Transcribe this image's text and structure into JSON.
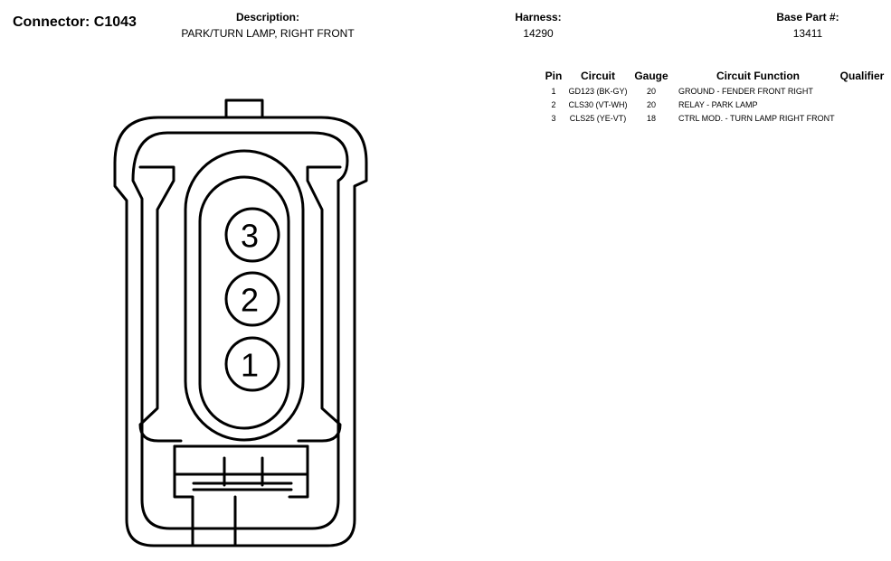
{
  "connector": {
    "title": "Connector: C1043"
  },
  "header": {
    "description": {
      "label": "Description:",
      "value": "PARK/TURN LAMP, RIGHT FRONT"
    },
    "harness": {
      "label": "Harness:",
      "value": "14290"
    },
    "base_part": {
      "label": "Base Part #:",
      "value": "13411"
    }
  },
  "table": {
    "columns": {
      "pin": "Pin",
      "circuit": "Circuit",
      "gauge": "Gauge",
      "function": "Circuit Function",
      "qualifier": "Qualifier"
    },
    "rows": [
      {
        "pin": "1",
        "circuit": "GD123 (BK-GY)",
        "gauge": "20",
        "function": "GROUND - FENDER FRONT RIGHT",
        "qualifier": ""
      },
      {
        "pin": "2",
        "circuit": "CLS30 (VT-WH)",
        "gauge": "20",
        "function": "RELAY - PARK LAMP",
        "qualifier": ""
      },
      {
        "pin": "3",
        "circuit": "CLS25 (YE-VT)",
        "gauge": "18",
        "function": "CTRL MOD. - TURN LAMP RIGHT FRONT",
        "qualifier": ""
      }
    ]
  },
  "diagram": {
    "pins": [
      "3",
      "2",
      "1"
    ]
  }
}
